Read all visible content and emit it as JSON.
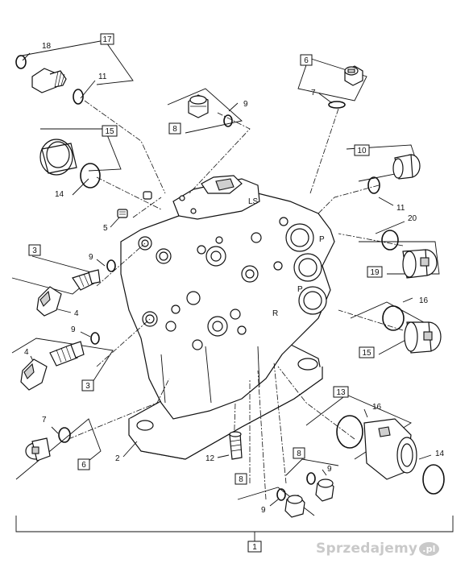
{
  "callouts": {
    "c17": "17",
    "c18": "18",
    "c11a": "11",
    "c6top": "6",
    "c7top": "7",
    "c8top": "8",
    "c9top": "9",
    "c15left": "15",
    "c14left": "14",
    "c10": "10",
    "c11right": "11",
    "c5": "5",
    "c20": "20",
    "c19": "19",
    "c3top": "3",
    "c9mid": "9",
    "c4top": "4",
    "c9low": "9",
    "c4low": "4",
    "c3low": "3",
    "c16right": "16",
    "c15right": "15",
    "c2": "2",
    "c7low": "7",
    "c6low": "6",
    "c13": "13",
    "c16low": "16",
    "c14low": "14",
    "c12": "12",
    "c8low": "8",
    "c9lowb": "9",
    "c8lowb": "8",
    "c9lowc": "9",
    "c1": "1"
  },
  "housing_marks": {
    "ls": "LS",
    "p": "P",
    "r": "R"
  },
  "watermark": {
    "text": "Sprzedajemy",
    "suffix": ".pl"
  }
}
